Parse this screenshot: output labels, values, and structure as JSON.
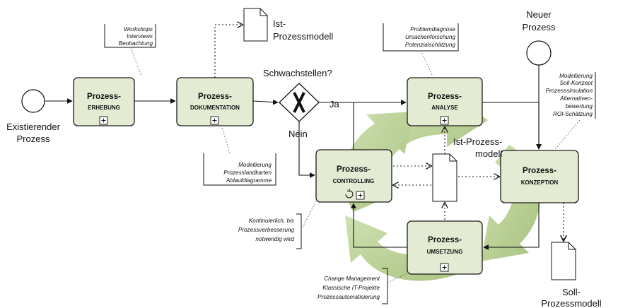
{
  "events": {
    "start_label_1": "Existierender",
    "start_label_2": "Prozess",
    "new_label_1": "Neuer",
    "new_label_2": "Prozess"
  },
  "gateway": {
    "question": "Schwachstellen?",
    "yes": "Ja",
    "no": "Nein"
  },
  "tasks": {
    "erhebung": [
      "Prozess-",
      "erhebung"
    ],
    "dokumentation": [
      "Prozess-",
      "dokumentation"
    ],
    "analyse": [
      "Prozess-",
      "analyse"
    ],
    "controlling": [
      "Prozess-",
      "controlling"
    ],
    "konzeption": [
      "Prozess-",
      "konzeption"
    ],
    "umsetzung": [
      "Prozess-",
      "umsetzung"
    ]
  },
  "documents": {
    "ist_top": [
      "Ist-",
      "Prozessmodell"
    ],
    "ist_mid": [
      "Ist-Prozess-",
      "modell"
    ],
    "soll": [
      "Soll-",
      "Prozessmodell"
    ]
  },
  "annotations": {
    "erhebung": [
      "Workshops",
      "Interviews",
      "Beobachtung"
    ],
    "dokumentation": [
      "Modellierung",
      "Prozesslandkarten",
      "Ablaufdiagramme"
    ],
    "analyse": [
      "Problemdiagnose",
      "Ursachenforschung",
      "Potenzialschätzung"
    ],
    "konzeption": [
      "Modellierung",
      "Soll-Konzept",
      "Prozesssimulation",
      "Alternativen-",
      "bewertung",
      "ROI-Schätzung"
    ],
    "controlling": [
      "Kontinuierlich, bis",
      "Prozessverbesserung",
      "notwendig wird"
    ],
    "umsetzung": [
      "Change Management",
      "Klassische IT-Projekte",
      "Prozessautomatisierung"
    ]
  },
  "colors": {
    "task_fill": "#e3ebd3",
    "task_stroke": "#1a1a1a",
    "cycle_arrows": "#a9c47c"
  }
}
